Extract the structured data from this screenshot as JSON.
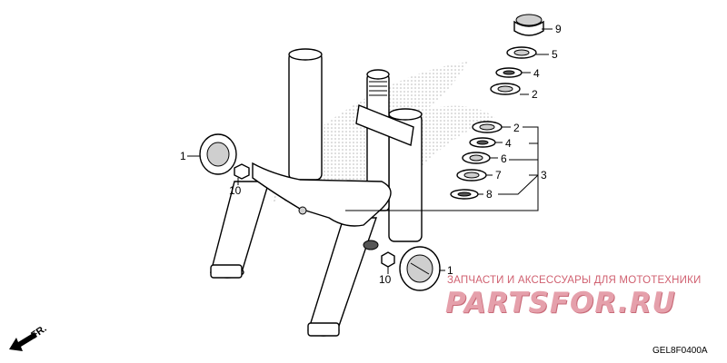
{
  "diagram": {
    "callouts": {
      "top_9": "9",
      "top_5": "5",
      "top_4": "4",
      "top_2": "2",
      "lower_2": "2",
      "lower_4": "4",
      "lower_6": "6",
      "lower_7": "7",
      "lower_8": "8",
      "bracket_3": "3",
      "cap_left_1": "1",
      "nut_left_10": "10",
      "cap_right_1": "1",
      "nut_right_10": "10"
    },
    "direction_label": "FR.",
    "figure_code": "GEL8F0400A"
  },
  "watermark": {
    "subtitle": "ЗАПЧАСТИ И АКСЕССУАРЫ ДЛЯ МОТОТЕХНИКИ",
    "logo_text": "PARTSFOR.RU"
  },
  "colors": {
    "line": "#000000",
    "watermark_red": "#d06070",
    "logo_dots": "#bdbdbd"
  }
}
